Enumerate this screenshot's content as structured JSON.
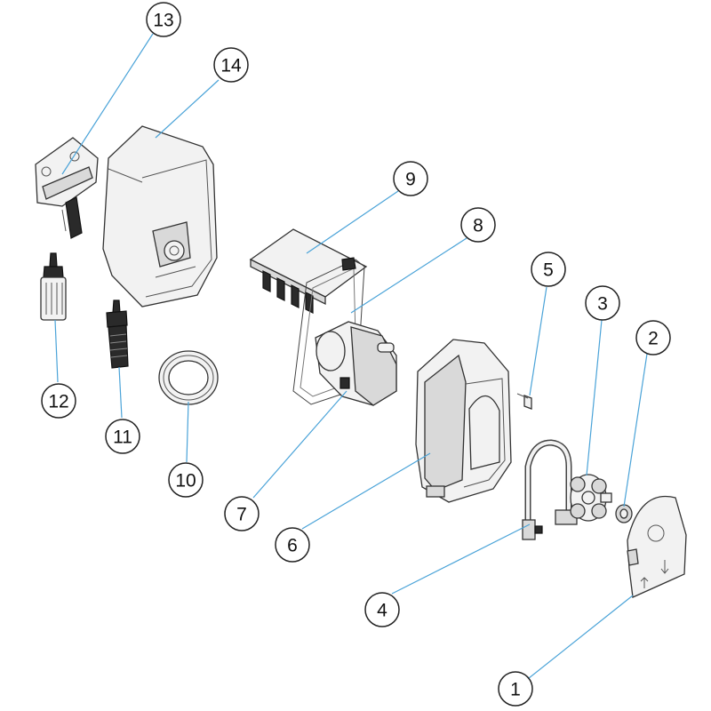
{
  "callouts": [
    {
      "id": "1",
      "label": "1"
    },
    {
      "id": "2",
      "label": "2"
    },
    {
      "id": "3",
      "label": "3"
    },
    {
      "id": "4",
      "label": "4"
    },
    {
      "id": "5",
      "label": "5"
    },
    {
      "id": "6",
      "label": "6"
    },
    {
      "id": "7",
      "label": "7"
    },
    {
      "id": "8",
      "label": "8"
    },
    {
      "id": "9",
      "label": "9"
    },
    {
      "id": "10",
      "label": "10"
    },
    {
      "id": "11",
      "label": "11"
    },
    {
      "id": "12",
      "label": "12"
    },
    {
      "id": "13",
      "label": "13"
    },
    {
      "id": "14",
      "label": "14"
    }
  ],
  "colors": {
    "leader_line": "#4aa3d8",
    "outline": "#333333",
    "part_fill": "#f2f2f2"
  }
}
